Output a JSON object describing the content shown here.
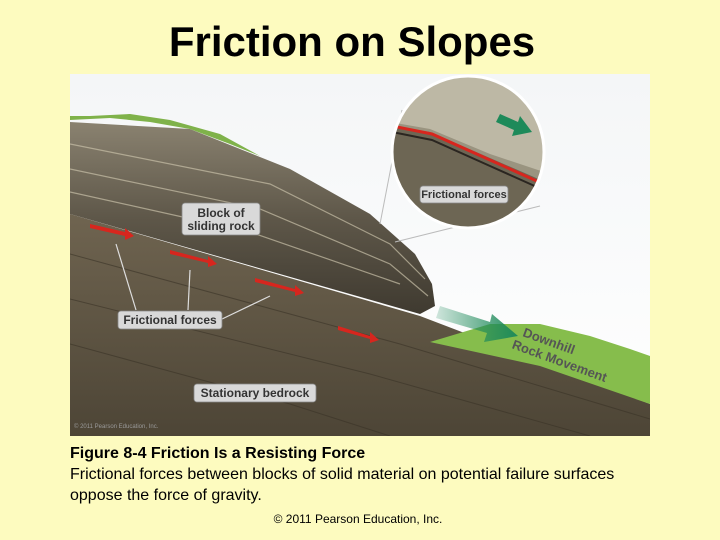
{
  "slide": {
    "title": "Friction on Slopes",
    "copyright": "© 2011 Pearson Education, Inc."
  },
  "figure": {
    "labels": {
      "block": [
        "Block of",
        "sliding rock"
      ],
      "frictional_forces": "Frictional forces",
      "frictional_forces_inset": "Frictional forces",
      "stationary_bedrock": "Stationary bedrock",
      "downhill": [
        "Downhill",
        "Rock Movement"
      ],
      "image_credit": "© 2011 Pearson Education, Inc."
    },
    "colors": {
      "friction_arrow": "#d7261e",
      "movement_arrow": "#1e8a5a",
      "label_box": "#d9d9d9"
    }
  },
  "caption": {
    "figure_title": "Figure 8-4  Friction Is a Resisting Force",
    "text": "Frictional forces between blocks of solid material on potential failure surfaces oppose the force of gravity."
  }
}
